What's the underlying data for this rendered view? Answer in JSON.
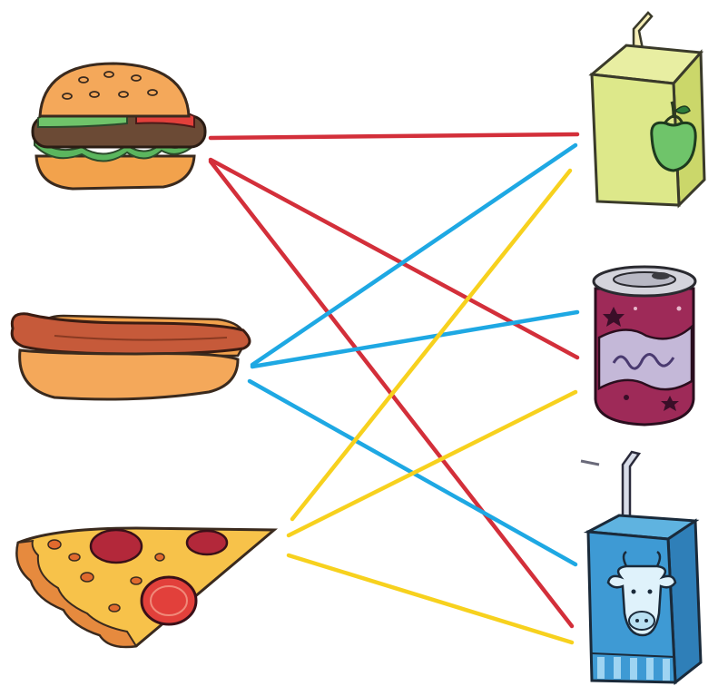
{
  "foods": [
    {
      "id": "burger",
      "icon": "burger-icon"
    },
    {
      "id": "hotdog",
      "icon": "hotdog-icon"
    },
    {
      "id": "pizza",
      "icon": "pizza-slice-icon"
    }
  ],
  "drinks": [
    {
      "id": "apple-juice",
      "icon": "apple-juice-box-icon"
    },
    {
      "id": "soda",
      "icon": "soda-can-icon"
    },
    {
      "id": "milk",
      "icon": "milk-carton-icon"
    }
  ],
  "connections": [
    {
      "from": "burger",
      "to": "apple-juice",
      "color": "#d32f3a"
    },
    {
      "from": "burger",
      "to": "soda",
      "color": "#d32f3a"
    },
    {
      "from": "burger",
      "to": "milk",
      "color": "#d32f3a"
    },
    {
      "from": "hotdog",
      "to": "apple-juice",
      "color": "#1ea8e3"
    },
    {
      "from": "hotdog",
      "to": "soda",
      "color": "#1ea8e3"
    },
    {
      "from": "hotdog",
      "to": "milk",
      "color": "#1ea8e3"
    },
    {
      "from": "pizza",
      "to": "apple-juice",
      "color": "#f7d11e"
    },
    {
      "from": "pizza",
      "to": "soda",
      "color": "#f7d11e"
    },
    {
      "from": "pizza",
      "to": "milk",
      "color": "#f7d11e"
    }
  ]
}
